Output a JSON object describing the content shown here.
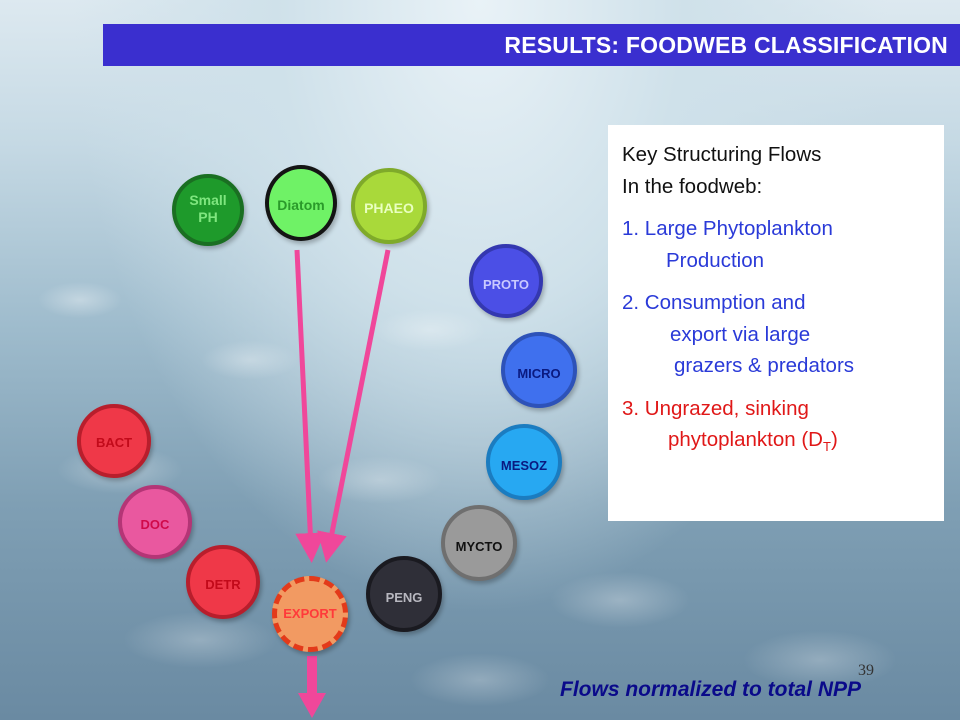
{
  "title": "RESULTS: FOODWEB CLASSIFICATION",
  "nodes": {
    "small_ph": "Small\nPH",
    "diatom": "Diatom",
    "phaeo": "PHAEO",
    "proto": "PROTO",
    "micro": "MICRO",
    "mesoz": "MESOZ",
    "mycto": "MYCTO",
    "peng": "PENG",
    "export": "EXPORT",
    "bact": "BACT",
    "doc": "DOC",
    "detr": "DETR"
  },
  "key_box": {
    "heading_line1": "Key Structuring Flows",
    "heading_line2": "In the foodweb:",
    "item1_line1": "1.   Large Phytoplankton",
    "item1_line2": "Production",
    "item2_line1": "2.   Consumption and",
    "item2_line2": "export via large",
    "item2_line3": "grazers & predators",
    "item3_line1": "3.   Ungrazed, sinking",
    "item3_line2_prefix": "phytoplankton (D",
    "item3_line2_sub": "T",
    "item3_line2_suffix": ")"
  },
  "footer_note": "Flows normalized to total NPP",
  "slide_number": "39",
  "colors": {
    "title_bar": "#3a2fcf",
    "flow_arrow": "#f0479a",
    "item_blue": "#2a3ad8",
    "item_red": "#e01818"
  }
}
